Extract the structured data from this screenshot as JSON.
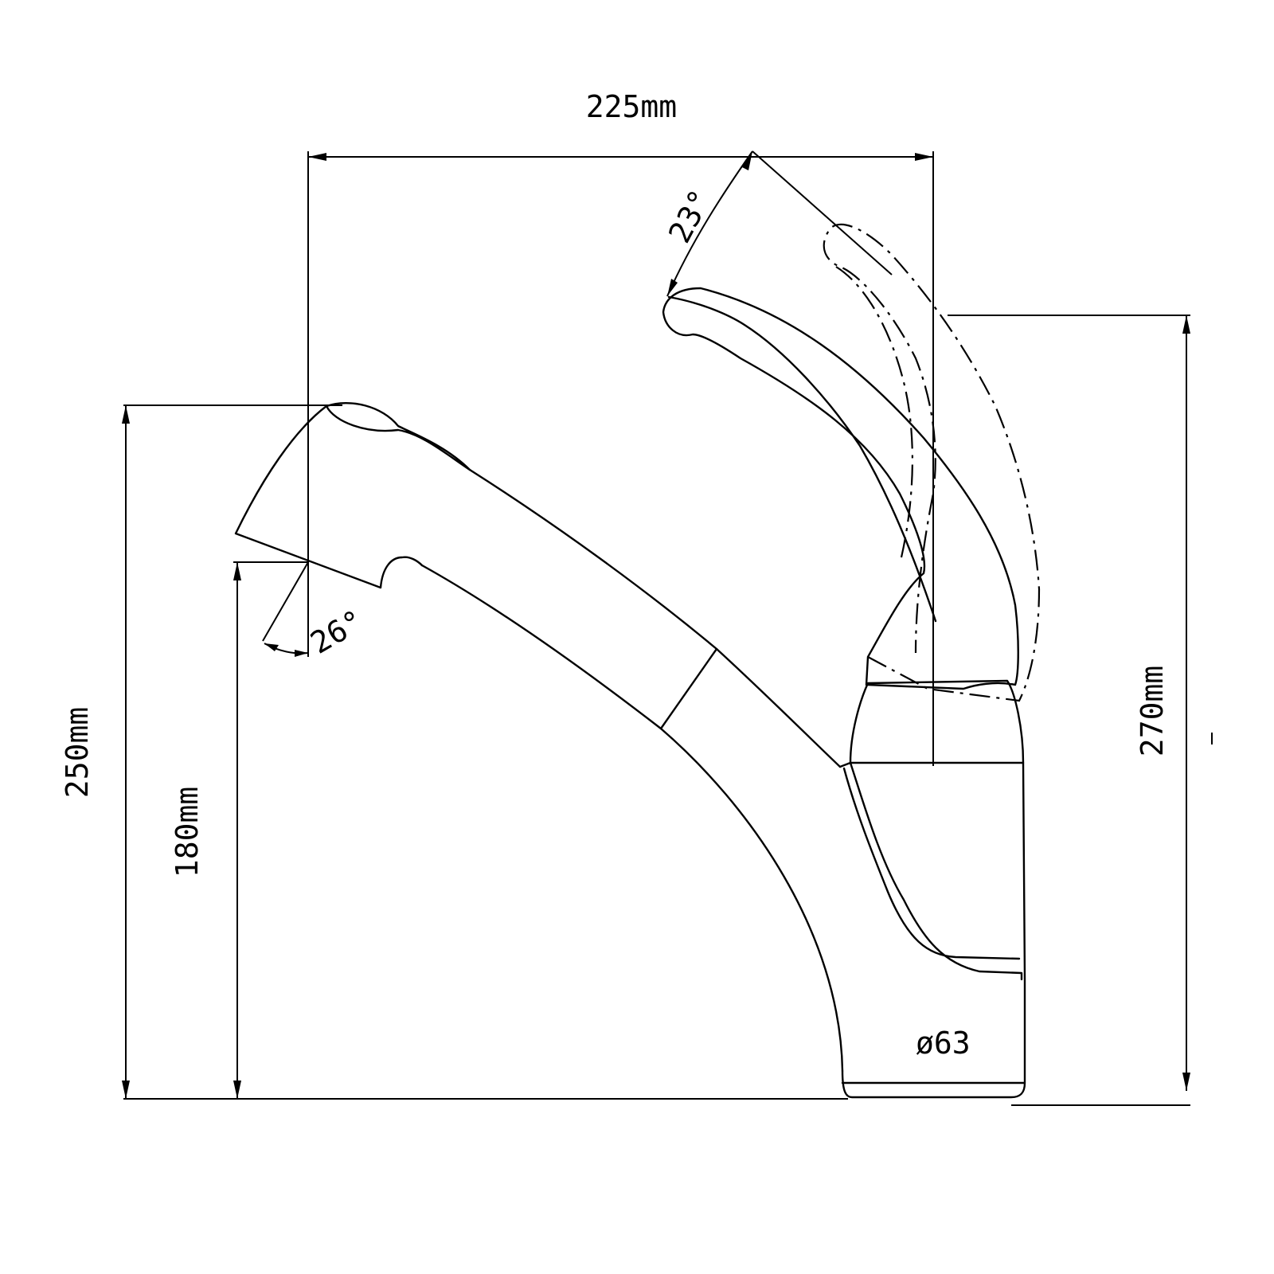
{
  "dimensions": {
    "width_label": "225mm",
    "height_left_label": "250mm",
    "spout_height_label": "180mm",
    "height_right_label": "270mm",
    "base_diameter_label": "ø63",
    "spout_angle_label": "26°",
    "lever_angle_label": "23°"
  },
  "colors": {
    "line": "#000000",
    "background": "#ffffff"
  }
}
